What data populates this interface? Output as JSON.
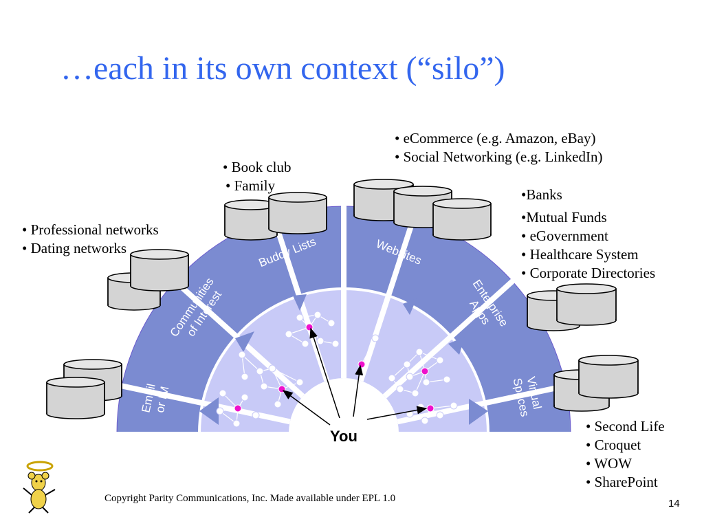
{
  "title": "…each in its own context (“silo”)",
  "segments": {
    "email": [
      "Email",
      "or IM"
    ],
    "communities": [
      "Communities",
      "of Interest"
    ],
    "buddy": [
      "Buddy Lists"
    ],
    "websites": [
      "Websites"
    ],
    "enterprise": [
      "Enterprise",
      "Apps"
    ],
    "virtual": [
      "Virtual",
      "Spaces"
    ]
  },
  "bullets": {
    "professional": [
      "• Professional networks",
      "• Dating networks"
    ],
    "bookclub": [
      "• Book club",
      "• Family"
    ],
    "ecommerce": [
      "• eCommerce (e.g. Amazon, eBay)",
      "• Social Networking (e.g. LinkedIn)"
    ],
    "banks": [
      "•Banks",
      "•Mutual Funds",
      "• eGovernment",
      "• Healthcare System",
      "• Corporate Directories"
    ],
    "secondlife": [
      "• Second Life",
      "• Croquet",
      "• WOW",
      "• SharePoint"
    ]
  },
  "center_label": "You",
  "footer": "Copyright Parity Communications, Inc.  Made available under EPL 1.0",
  "page_number": "14",
  "colors": {
    "title": "#3366ee",
    "outer_ring": "#7b8bd1",
    "inner_ring": "#c8caf7",
    "node_highlight": "#ee11cc",
    "node": "#ffffff",
    "disk_fill": "#d4d4d4"
  },
  "icons": [
    "database-icon",
    "mascot-logo-icon"
  ]
}
